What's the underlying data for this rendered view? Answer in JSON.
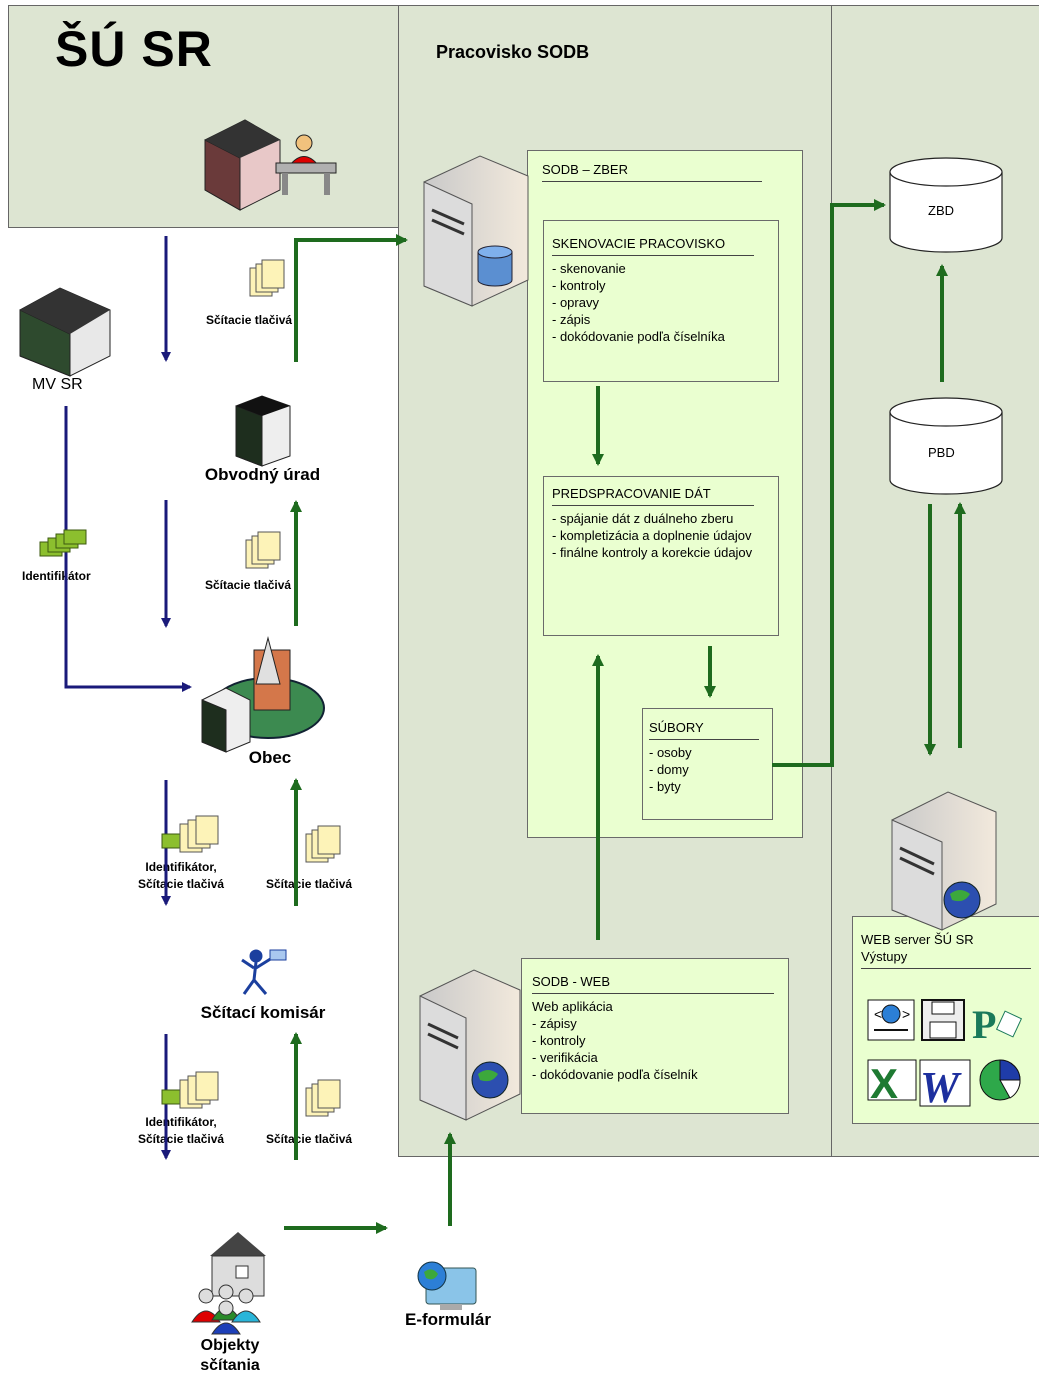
{
  "title": "ŠÚ SR",
  "regions": {
    "workplace_title": "Pracovisko SODB"
  },
  "actors": {
    "mv_sr": "MV SR",
    "obvodny_urad": "Obvodný úrad",
    "obec": "Obec",
    "komisar": "Sčítací komisár",
    "objekty": "Objekty sčítania",
    "eformular": "E-formulár"
  },
  "flow_labels": {
    "scitacie_1": "Sčítacie tlačivá",
    "scitacie_2": "Sčítacie tlačivá",
    "identifikator": "Identifikátor",
    "ident_scitacie_1": "Identifikátor,\nSčítacie tlačivá",
    "scitacie_3": "Sčítacie tlačivá",
    "ident_scitacie_2": "Identifikátor,\nSčítacie tlačivá",
    "scitacie_4": "Sčítacie tlačivá"
  },
  "sodb_zber": {
    "title": "SODB – ZBER",
    "skenovacie": {
      "title": "SKENOVACIE PRACOVISKO",
      "items": [
        "- skenovanie",
        "- kontroly",
        "- opravy",
        "- zápis",
        "- dokódovanie podľa číselníka"
      ]
    },
    "predspracovanie": {
      "title": "PREDSPRACOVANIE DÁT",
      "items": [
        "- spájanie dát z duálneho zberu",
        "- kompletizácia a doplnenie údajov",
        "- finálne kontroly a korekcie údajov"
      ]
    },
    "subory": {
      "title": "SÚBORY",
      "items": [
        "- osoby",
        "- domy",
        "- byty"
      ]
    }
  },
  "sodb_web": {
    "title": "SODB - WEB",
    "subtitle": "Web aplikácia",
    "items": [
      "- zápisy",
      "- kontroly",
      "- verifikácia",
      "- dokódovanie podľa číselník"
    ]
  },
  "databases": {
    "zbd": "ZBD",
    "pbd": "PBD"
  },
  "web_server": {
    "title": "WEB server ŠÚ SR",
    "subtitle": "Výstupy"
  },
  "colors": {
    "region_bg": "#dde5d2",
    "box_bg": "#eaffd0",
    "arrow_blue": "#1a1a7a",
    "arrow_green": "#1e6b1e"
  }
}
